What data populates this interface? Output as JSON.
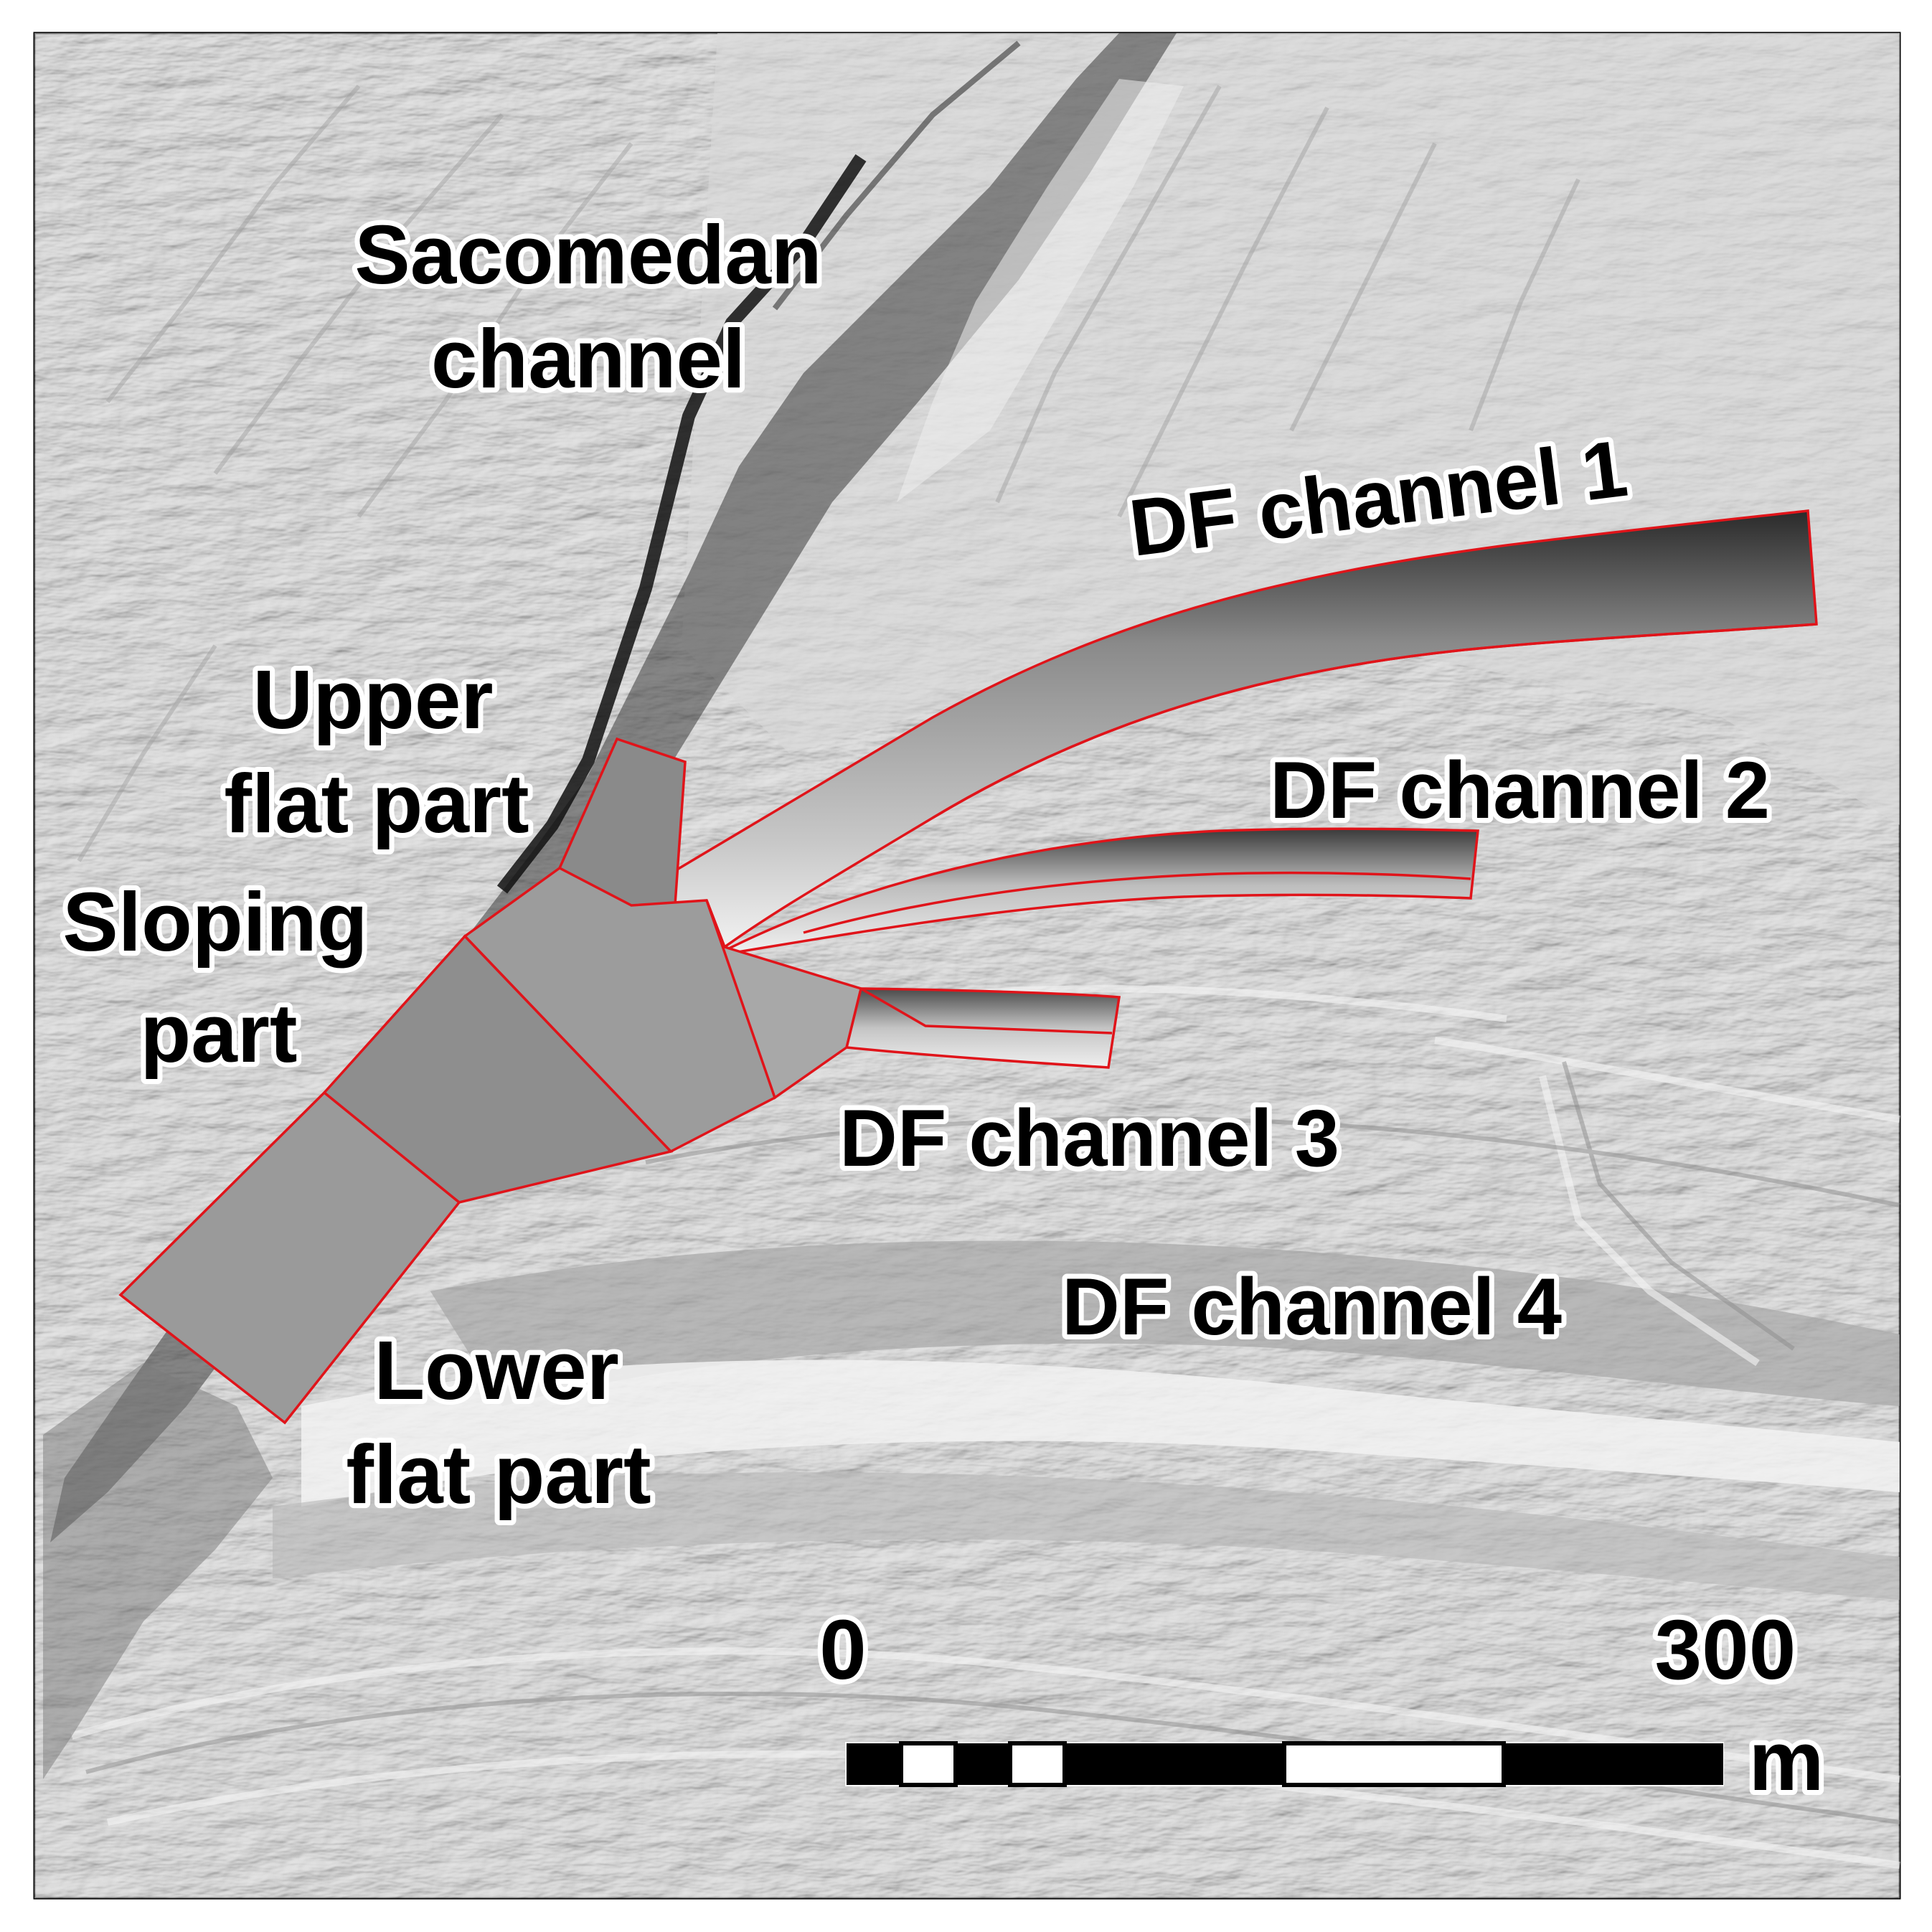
{
  "labels": {
    "sacomedan_line1": "Sacomedan",
    "sacomedan_line2": "channel",
    "upper_line1": "Upper",
    "upper_line2": "flat part",
    "sloping_line1": "Sloping",
    "sloping_line2": "part",
    "lower_line1": "Lower",
    "lower_line2": "flat part",
    "df1": "DF channel 1",
    "df2": "DF channel 2",
    "df3": "DF channel 3",
    "df4": "DF channel 4"
  },
  "scale_bar": {
    "start_label": "0",
    "end_label": "300",
    "unit": "m",
    "length_m": 300
  },
  "colors": {
    "outline": "#e0141a",
    "zone_fill": "#9a9a9a",
    "hillshade_base": "#cfcfcf",
    "label_halo": "#ffffff"
  }
}
